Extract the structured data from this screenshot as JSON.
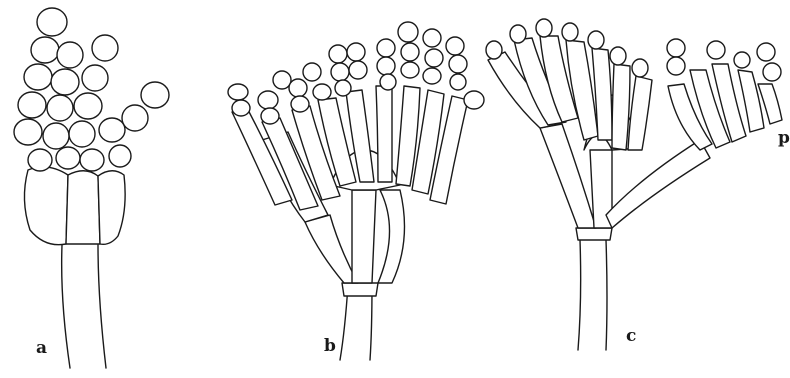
{
  "figure": {
    "panels": [
      {
        "id": "a",
        "label": "a"
      },
      {
        "id": "b",
        "label": "b"
      },
      {
        "id": "c",
        "label": "c"
      }
    ],
    "edge_mark": "p"
  },
  "colors": {
    "ink": "#1a1a1a",
    "paper": "#ffffff"
  }
}
